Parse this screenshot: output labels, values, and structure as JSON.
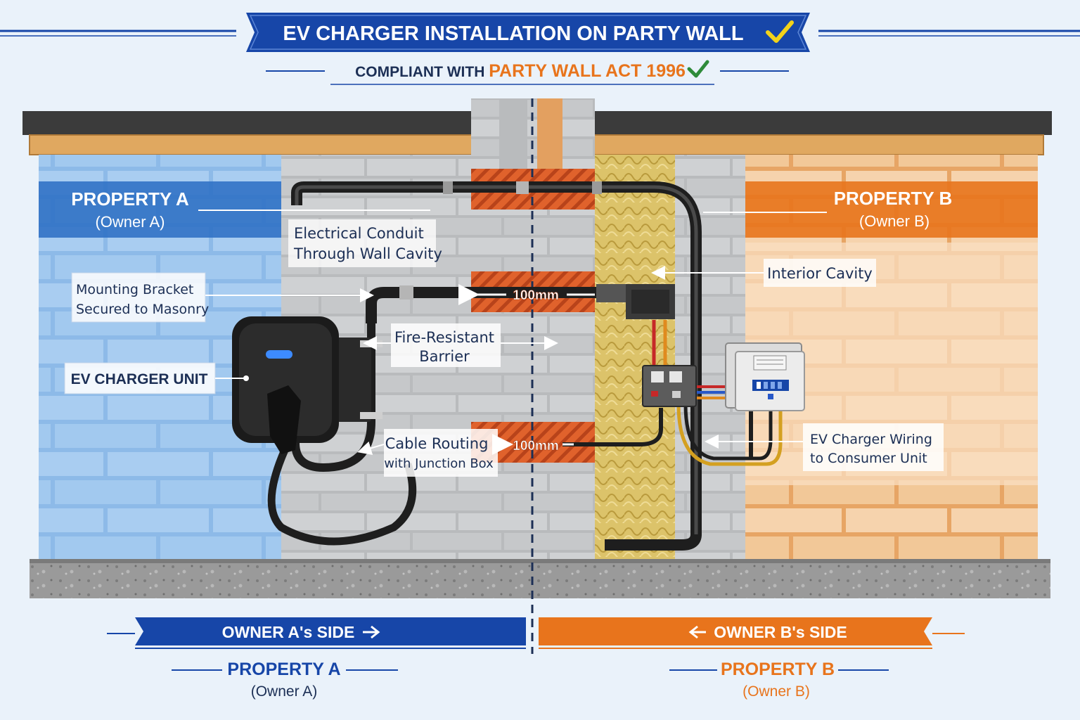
{
  "header": {
    "title": "EV CHARGER INSTALLATION ON PARTY WALL",
    "subtitle_prefix": "COMPLIANT WITH",
    "subtitle_highlight": "PARTY WALL ACT 1996"
  },
  "property_a": {
    "name": "PROPERTY A",
    "owner": "(Owner A)"
  },
  "property_b": {
    "name": "PROPERTY B",
    "owner": "(Owner B)"
  },
  "callouts": {
    "conduit_line1": "Electrical Conduit",
    "conduit_line2": "Through Wall Cavity",
    "bracket_line1": "Mounting Bracket",
    "bracket_line2": "Secured to Masonry",
    "fire_line1": "Fire-Resistant",
    "fire_line2": "Barrier",
    "charger": "EV CHARGER UNIT",
    "routing_line1": "Cable Routing",
    "routing_line2": "with Junction Box",
    "cavity": "Interior Cavity",
    "wiring_line1": "EV Charger Wiring",
    "wiring_line2": "to Consumer Unit"
  },
  "clearance": {
    "upper": "100mm",
    "lower": "100mm"
  },
  "footer": {
    "side_a": "OWNER A's SIDE",
    "side_b": "OWNER B's SIDE",
    "property_a": "PROPERTY A",
    "owner_a": "(Owner A)",
    "property_b": "PROPERTY B",
    "owner_b": "(Owner B)"
  },
  "colors": {
    "blue": "#1746a8",
    "orange": "#e8741c",
    "navy": "#1c2f55",
    "green_check": "#2e8b3a",
    "check_yellow": "#f2d21a"
  }
}
